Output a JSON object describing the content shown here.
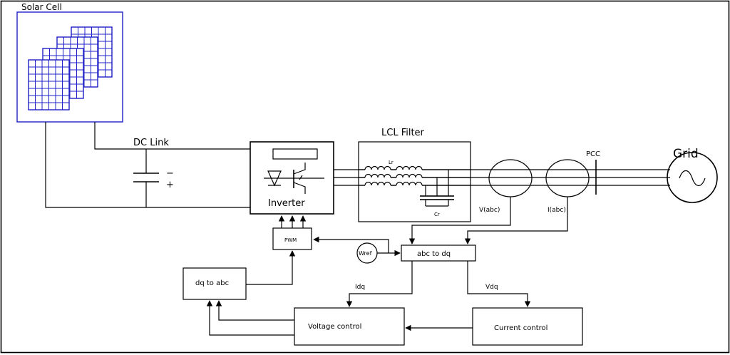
{
  "labels": {
    "solar_cell": "Solar Cell",
    "dc_link": "DC Link",
    "minus": "−",
    "plus": "+",
    "inverter": "Inverter",
    "lcl_filter": "LCL Filter",
    "lr": "Lr",
    "cr": "Cr",
    "v_abc": "V(abc)",
    "i_abc": "I(abc)",
    "pcc": "PCC",
    "grid": "Grid",
    "pwm": "PWM",
    "wref": "Wref",
    "abc_to_dq": "abc to dq",
    "dq_to_abc": "dq to abc",
    "idq": "Idq",
    "vdq": "Vdq",
    "voltage_control": "Voltage control",
    "current_control": "Current control"
  },
  "colors": {
    "solar_panel": "#2020c8",
    "lines": "#000000",
    "background": "#ffffff"
  }
}
